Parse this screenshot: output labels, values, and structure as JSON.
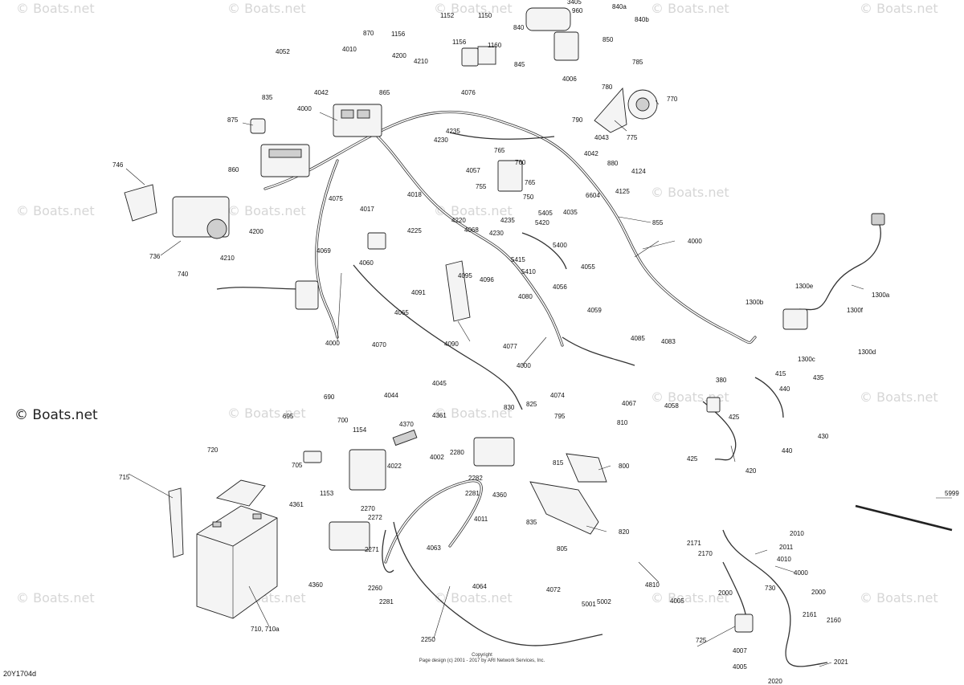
{
  "watermark": "© Boats.net",
  "diagram_code": "20Y1704d",
  "copyright": {
    "line1": "Copyright",
    "line2": "Page design (c) 2001 - 2017 by ARI Network Services, Inc."
  },
  "labels": {
    "l3405": "3405",
    "l960": "960",
    "l840a": "840a",
    "l840b": "840b",
    "l840": "840",
    "l850": "850",
    "l845": "845",
    "l1152": "1152",
    "l1150": "1150",
    "l1156a": "1156",
    "l1156b": "1156",
    "l1160": "1160",
    "l870": "870",
    "l4052": "4052",
    "l4010": "4010",
    "l4200a": "4200",
    "l4210a": "4210",
    "l4042a": "4042",
    "l865": "865",
    "l835": "835",
    "l4000a": "4000",
    "l875": "875",
    "l860": "860",
    "l746": "746",
    "l736": "736",
    "l4200b": "4200",
    "l4210b": "4210",
    "l740": "740",
    "l4076": "4076",
    "l4006a": "4006",
    "l785": "785",
    "l780": "780",
    "l770": "770",
    "l790": "790",
    "l4043": "4043",
    "l775": "775",
    "l4042b": "4042",
    "l4124": "4124",
    "l880": "880",
    "l4125": "4125",
    "l6604": "6604",
    "l855": "855",
    "l4235a": "4235",
    "l4230a": "4230",
    "l765a": "765",
    "l760": "760",
    "l4057": "4057",
    "l755": "755",
    "l765b": "765",
    "l750": "750",
    "l4018": "4018",
    "l4075": "4075",
    "l4017": "4017",
    "l4220": "4220",
    "l4225": "4225",
    "l4068": "4068",
    "l4235b": "4235",
    "l4230b": "4230",
    "l5405": "5405",
    "l4035": "4035",
    "l5420": "5420",
    "l5400": "5400",
    "l5415": "5415",
    "l5410": "5410",
    "l4055": "4055",
    "l4056": "4056",
    "l4059": "4059",
    "l4000b": "4000",
    "l1300e": "1300e",
    "l1300a": "1300a",
    "l1300b": "1300b",
    "l1300f": "1300f",
    "l1300c": "1300c",
    "l1300d": "1300d",
    "l4060": "4060",
    "l4069": "4069",
    "l4091": "4091",
    "l4095": "4095",
    "l4096": "4096",
    "l4080": "4080",
    "l4065": "4065",
    "l4090": "4090",
    "l4077": "4077",
    "l4000c": "4000",
    "l4000d": "4000",
    "l4085": "4085",
    "l4083": "4083",
    "l380": "380",
    "l415": "415",
    "l435": "435",
    "l4070": "4070",
    "l4044": "4044",
    "l4045": "4045",
    "l4074": "4074",
    "l4067": "4067",
    "l4058": "4058",
    "l440a": "440",
    "l425a": "425",
    "l430": "430",
    "l440b": "440",
    "l425b": "425",
    "l420": "420",
    "l695": "695",
    "l690": "690",
    "l700": "700",
    "l825": "825",
    "l830": "830",
    "l4361a": "4361",
    "l4370": "4370",
    "l1154": "1154",
    "l795": "795",
    "l810": "810",
    "l815": "815",
    "l800": "800",
    "l720": "720",
    "l705": "705",
    "l2280": "2280",
    "l4002": "4002",
    "l4022": "4022",
    "l2282": "2282",
    "l2281a": "2281",
    "l4360a": "4360",
    "l1153": "1153",
    "l715": "715",
    "l2270": "2270",
    "l4011": "4011",
    "l835b": "835",
    "l820": "820",
    "l4361b": "4361",
    "l2272": "2272",
    "l805": "805",
    "l2271": "2271",
    "l4063": "4063",
    "l2171": "2171",
    "l2010": "2010",
    "l2170": "2170",
    "l2011": "2011",
    "l4010b": "4010",
    "l4360b": "4360",
    "l4064": "4064",
    "l4072": "4072",
    "l4810": "4810",
    "l4000e": "4000",
    "l2260": "2260",
    "l2281b": "2281",
    "l5001": "5001",
    "l5002": "5002",
    "l4005a": "4005",
    "l2000a": "2000",
    "l730": "730",
    "l2000b": "2000",
    "l2250": "2250",
    "l710": "710, 710a",
    "l2161": "2161",
    "l2160": "2160",
    "l725": "725",
    "l4007": "4007",
    "l4005b": "4005",
    "l2021": "2021",
    "l2020": "2020",
    "l5999": "5999"
  }
}
